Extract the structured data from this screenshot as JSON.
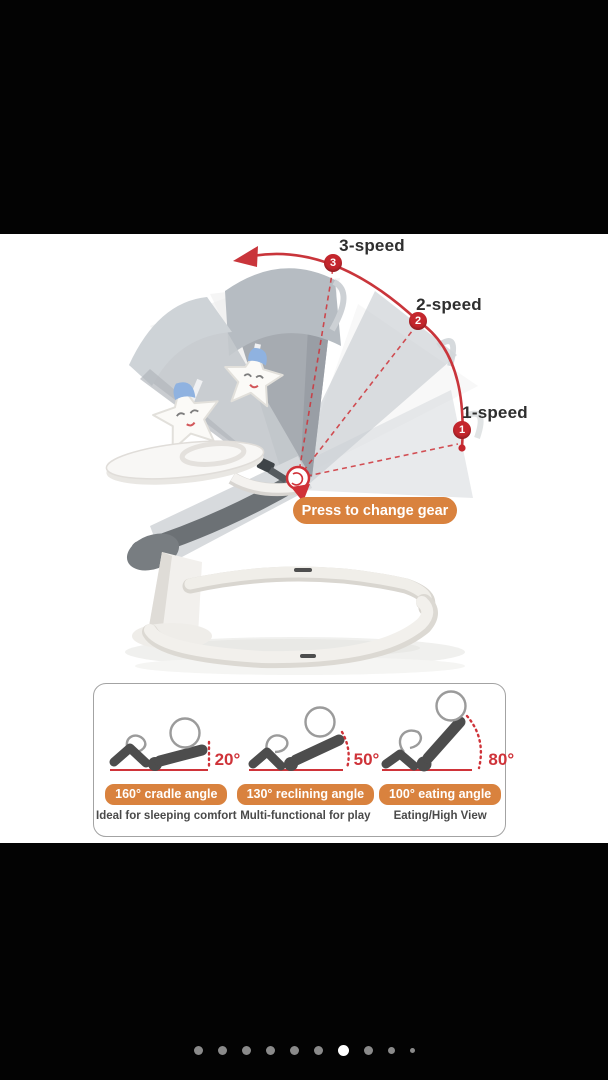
{
  "photo": {
    "speeds": [
      {
        "num": "3",
        "label": "3-speed"
      },
      {
        "num": "2",
        "label": "2-speed"
      },
      {
        "num": "1",
        "label": "1-speed"
      }
    ],
    "gear_badge_label": "Press to change gear"
  },
  "angle_panel": {
    "items": [
      {
        "angle": "20°",
        "badge": "160° cradle angle",
        "caption": "Ideal for sleeping comfort"
      },
      {
        "angle": "50°",
        "badge": "130° reclining angle",
        "caption": "Multi-functional for play"
      },
      {
        "angle": "80°",
        "badge": "100° eating angle",
        "caption": "Eating/High View"
      }
    ]
  },
  "carousel": {
    "total": 10,
    "active_index": 6
  },
  "colors": {
    "accent_red": "#c4262d",
    "accent_orange": "#d9823e",
    "figure_dark": "#4d4d4d"
  }
}
